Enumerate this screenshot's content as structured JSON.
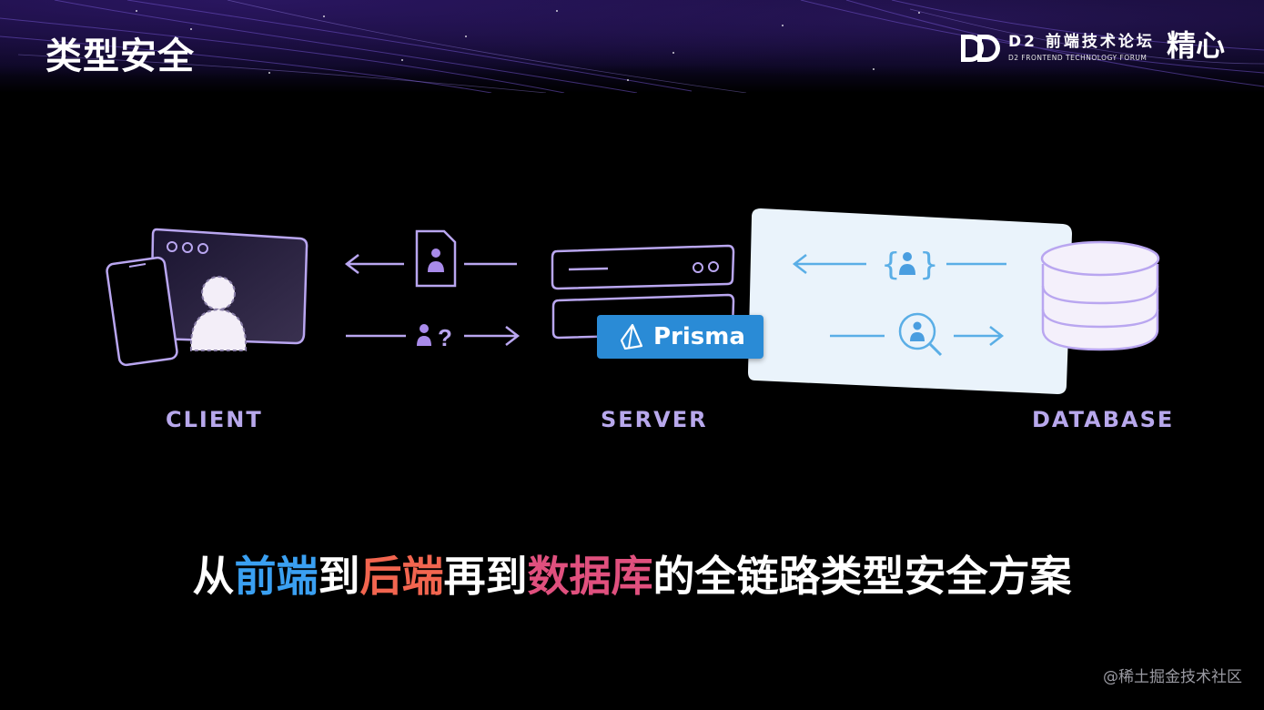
{
  "header": {
    "title": "类型安全",
    "brand_cn": "D2 前端技术论坛",
    "brand_en": "D2 FRONTEND TECHNOLOGY FORUM",
    "partner": "精心"
  },
  "diagram": {
    "client_label": "CLIENT",
    "server_label": "SERVER",
    "database_label": "DATABASE",
    "prisma_label": "Prisma",
    "query_symbol": "?"
  },
  "subtitle": {
    "seg1": "从",
    "seg2": "前端",
    "seg3": "到",
    "seg4": "后端",
    "seg5": "再到",
    "seg6": "数据库",
    "seg7": "的全链路类型安全方案"
  },
  "watermark": "@稀土掘金技术社区",
  "colors": {
    "background": "#000000",
    "outline_purple": "#b9a6f0",
    "label_purple": "#b8a8ec",
    "panel": "#eaf3fb",
    "arrow_blue": "#5aaee6",
    "prisma_blue": "#2a8bd6",
    "frontend_blue": "#3aa0f2",
    "backend_red": "#f2654f",
    "database_pink": "#e0507e"
  }
}
